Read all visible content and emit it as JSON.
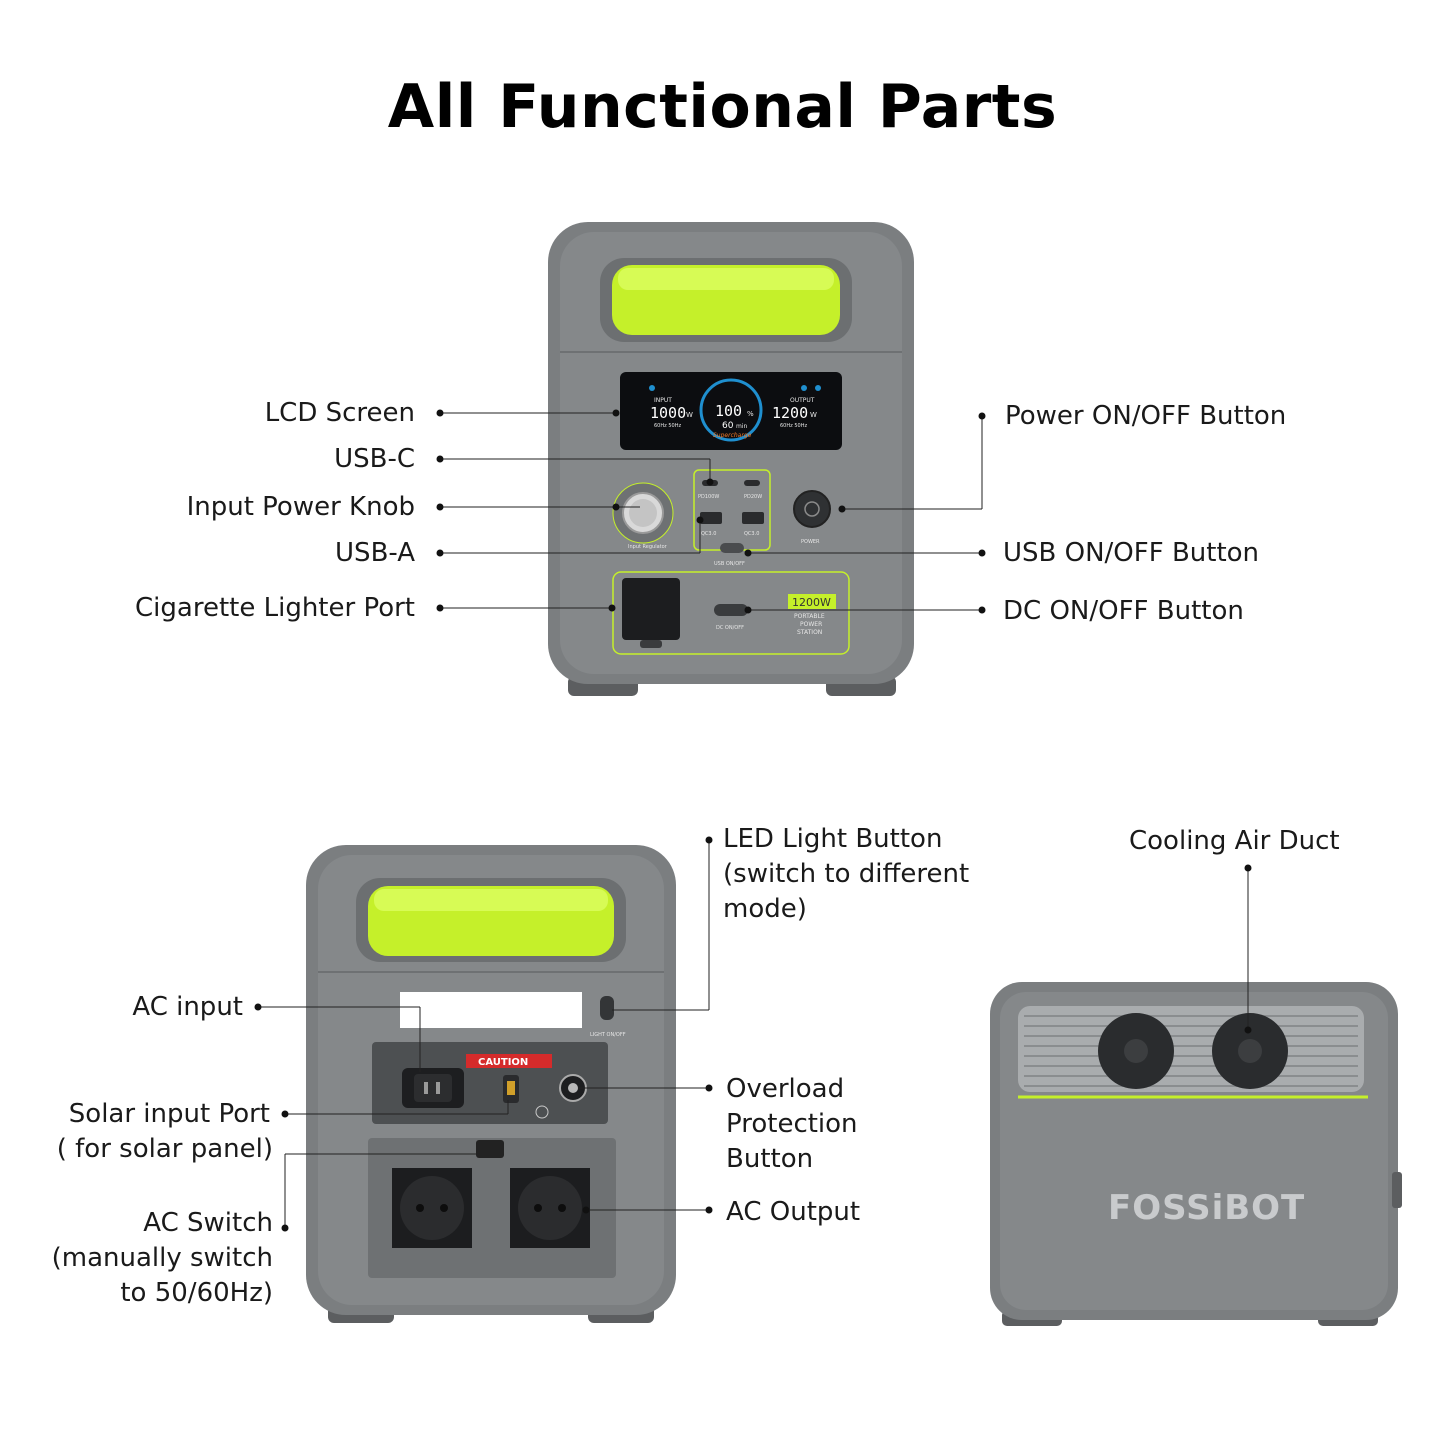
{
  "title": "All Functional Parts",
  "front_labels": {
    "lcd_screen": "LCD Screen",
    "usb_c": "USB-C",
    "input_power_knob": "Input Power Knob",
    "usb_a": "USB-A",
    "cigarette_lighter_port": "Cigarette Lighter Port",
    "power_button": "Power ON/OFF Button",
    "usb_button": "USB ON/OFF Button",
    "dc_button": "DC ON/OFF Button"
  },
  "back_labels": {
    "led_light_button": [
      "LED Light Button",
      "(switch to different",
      "mode)"
    ],
    "ac_input": "AC input",
    "solar_input_port": [
      "Solar input Port",
      "( for solar panel)"
    ],
    "ac_switch": [
      "AC Switch",
      "(manually switch",
      "to 50/60Hz)"
    ],
    "overload_protection": [
      "Overload",
      "Protection",
      "Button"
    ],
    "ac_output": "AC Output"
  },
  "side_labels": {
    "cooling_air_duct": "Cooling Air Duct"
  },
  "device": {
    "brand": "FOSSiBOT",
    "lcd": {
      "input_label": "INPUT",
      "input_value": "1000",
      "input_unit": "W",
      "percent_value": "100",
      "percent_unit": "%",
      "time_value": "60",
      "time_unit": "min",
      "supercharge": "Supercharge",
      "output_label": "OUTPUT",
      "output_value": "1200",
      "output_unit": "W",
      "freq_left": "60Hz  50Hz",
      "freq_right": "60Hz  50Hz"
    },
    "port_labels": {
      "pd100w": "PD100W",
      "pd20w": "PD20W",
      "qc30_left": "QC3.0",
      "qc30_right": "QC3.0",
      "usb_onoff": "USB ON/OFF",
      "power": "POWER",
      "dc_onoff": "DC ON/OFF",
      "knob_caption": "Input Regulator",
      "badge": "1200W",
      "station": [
        "PORTABLE",
        "POWER",
        "STATION"
      ],
      "light_onoff": "LIGHT ON/OFF",
      "caution": "CAUTION"
    }
  },
  "colors": {
    "body": "#7b7e80",
    "body_dark": "#5f6264",
    "accent_green": "#c5f02a",
    "leader": "#222222",
    "caution_red": "#d52b2b"
  }
}
